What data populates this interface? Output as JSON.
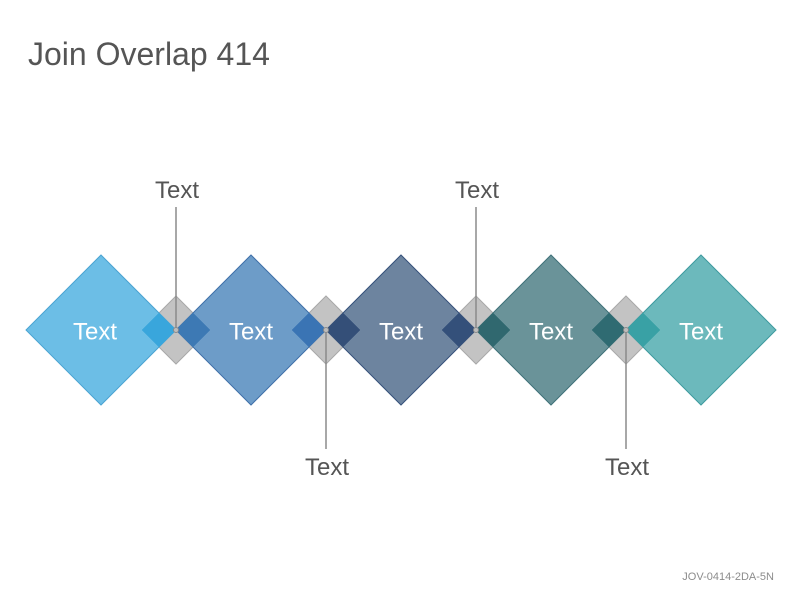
{
  "title": "Join Overlap 414",
  "footer_code": "JOV-0414-2DA-5N",
  "diamonds": [
    {
      "label": "Text",
      "color": "#6cbee6",
      "stroke": "#4aa3d2"
    },
    {
      "label": "Text",
      "color": "#6d9cc8",
      "stroke": "#3e6fa8"
    },
    {
      "label": "Text",
      "color": "#6d849f",
      "stroke": "#34507a"
    },
    {
      "label": "Text",
      "color": "#6a9399",
      "stroke": "#3e7078"
    },
    {
      "label": "Text",
      "color": "#6cb9bc",
      "stroke": "#3d9a9e"
    }
  ],
  "connectors": [
    {
      "label": "Text",
      "side": "top"
    },
    {
      "label": "Text",
      "side": "bottom"
    },
    {
      "label": "Text",
      "side": "top"
    },
    {
      "label": "Text",
      "side": "bottom"
    }
  ],
  "overlap_colors": [
    {
      "left": "#39a6dc",
      "right": "#3d79b4"
    },
    {
      "left": "#3a74b4",
      "right": "#344f78"
    },
    {
      "left": "#34507a",
      "right": "#30686f"
    },
    {
      "left": "#2f6b72",
      "right": "#39a1a5"
    }
  ],
  "connector_gray": "#c3c3c3"
}
